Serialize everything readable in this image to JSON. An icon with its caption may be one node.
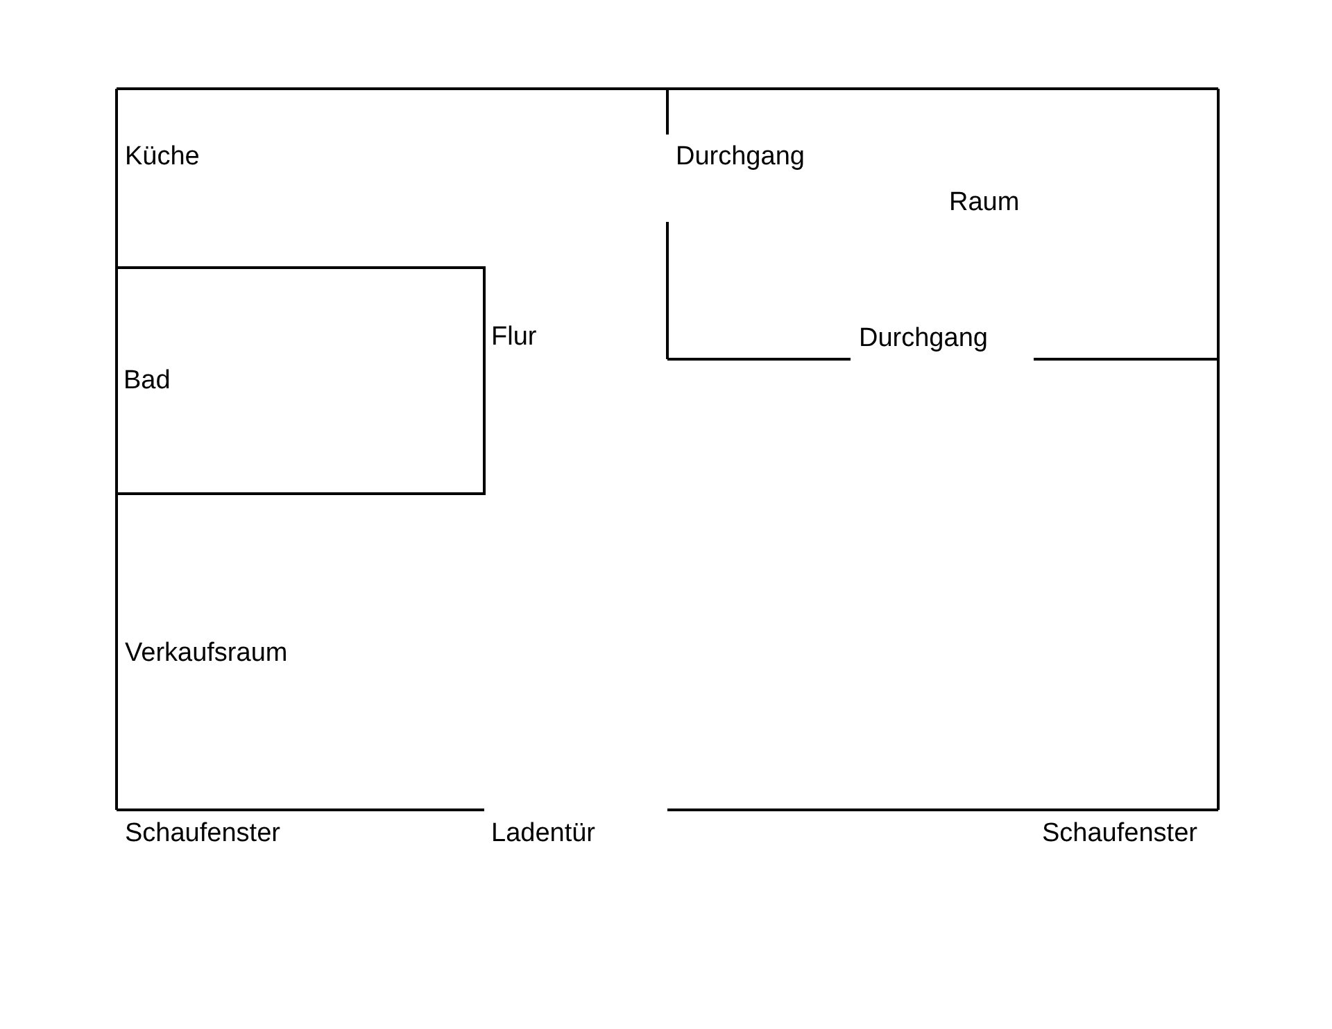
{
  "diagram": {
    "nodes": [
      {
        "text": [
          "Bad"
        ]
      }
    ],
    "labels": [
      "Küche",
      "Durchgang",
      "Raum",
      "Flur",
      "Durchgang",
      "Verkaufsraum",
      "Schaufenster",
      "Ladentür",
      "Schaufenster"
    ]
  }
}
